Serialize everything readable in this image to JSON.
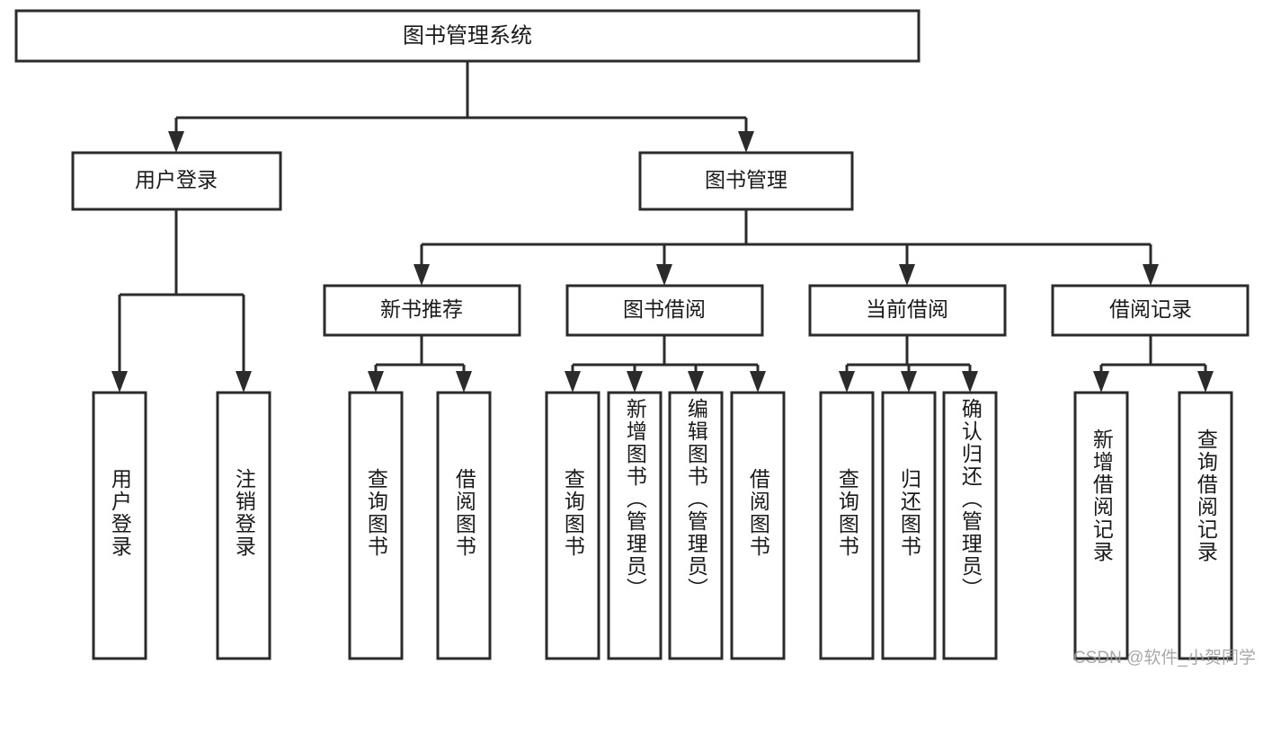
{
  "diagram": {
    "title": "图书管理系统",
    "type": "tree",
    "watermark": "CSDN @软件_小贺同学",
    "colors": {
      "stroke": "#2b2b2b",
      "fill": "#ffffff",
      "text": "#1a1a1a",
      "watermark": "#9a9a9a",
      "background": "#ffffff"
    },
    "levels": {
      "root": {
        "label": "图书管理系统"
      },
      "level2": [
        {
          "label": "用户登录"
        },
        {
          "label": "图书管理"
        }
      ],
      "level3": [
        {
          "label": "新书推荐"
        },
        {
          "label": "图书借阅"
        },
        {
          "label": "当前借阅"
        },
        {
          "label": "借阅记录"
        }
      ],
      "leaves": [
        {
          "label": "用户登录",
          "parent": "用户登录"
        },
        {
          "label": "注销登录",
          "parent": "用户登录"
        },
        {
          "label": "查询图书",
          "parent": "新书推荐"
        },
        {
          "label": "借阅图书",
          "parent": "新书推荐"
        },
        {
          "label": "查询图书",
          "parent": "图书借阅"
        },
        {
          "label": "新增图书（管理员）",
          "parent": "图书借阅"
        },
        {
          "label": "编辑图书（管理员）",
          "parent": "图书借阅"
        },
        {
          "label": "借阅图书",
          "parent": "图书借阅"
        },
        {
          "label": "查询图书",
          "parent": "当前借阅"
        },
        {
          "label": "归还图书",
          "parent": "当前借阅"
        },
        {
          "label": "确认归还（管理员）",
          "parent": "当前借阅"
        },
        {
          "label": "新增借阅记录",
          "parent": "借阅记录"
        },
        {
          "label": "查询借阅记录",
          "parent": "借阅记录"
        }
      ]
    }
  }
}
